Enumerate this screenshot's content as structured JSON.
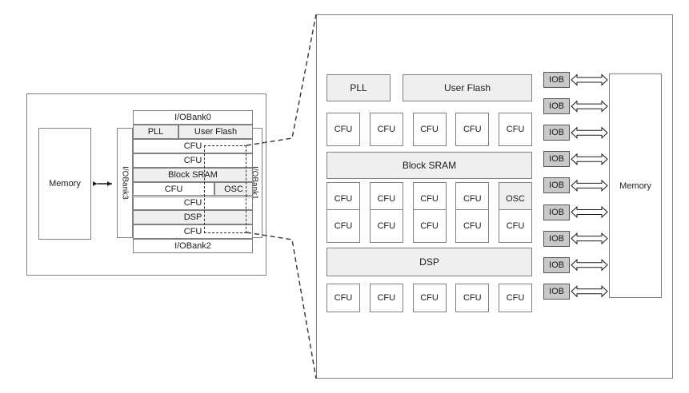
{
  "diagram": {
    "title": "FPGA architecture overview with zoomed detail panel",
    "colors": {
      "shaded_fill": "#efefef",
      "iob_fill": "#c9c9c9",
      "stroke": "#808080",
      "text": "#1a1a1a",
      "dashed_stroke": "#333333"
    }
  },
  "left_panel": {
    "memory_label": "Memory",
    "io_bank_top": "I/OBank0",
    "io_bank_bottom": "I/OBank2",
    "io_bank_left": "I/OBank3",
    "io_bank_right": "I/OBank1",
    "rows": [
      {
        "cells": [
          {
            "label": "PLL",
            "shaded": true,
            "width_frac": 0.38
          },
          {
            "label": "User Flash",
            "shaded": true,
            "width_frac": 0.62
          }
        ]
      },
      {
        "cells": [
          {
            "label": "CFU",
            "shaded": false,
            "width_frac": 1.0
          }
        ]
      },
      {
        "cells": [
          {
            "label": "CFU",
            "shaded": false,
            "width_frac": 1.0
          }
        ]
      },
      {
        "cells": [
          {
            "label": "Block SRAM",
            "shaded": true,
            "width_frac": 1.0
          }
        ]
      },
      {
        "cells": [
          {
            "label": "CFU",
            "shaded": false,
            "width_frac": 0.68
          },
          {
            "label": "OSC",
            "shaded": true,
            "width_frac": 0.32
          }
        ]
      },
      {
        "cells": [
          {
            "label": "CFU",
            "shaded": false,
            "width_frac": 1.0
          }
        ]
      },
      {
        "cells": [
          {
            "label": "DSP",
            "shaded": true,
            "width_frac": 1.0
          }
        ]
      },
      {
        "cells": [
          {
            "label": "CFU",
            "shaded": false,
            "width_frac": 1.0
          }
        ]
      }
    ]
  },
  "right_panel": {
    "memory_label": "Memory",
    "rows": [
      {
        "type": "wide",
        "cells": [
          {
            "label": "PLL",
            "shaded": true
          },
          {
            "label": "User Flash",
            "shaded": true
          }
        ]
      },
      {
        "type": "cfu",
        "cells": [
          {
            "label": "CFU",
            "shaded": false
          },
          {
            "label": "CFU",
            "shaded": false
          },
          {
            "label": "CFU",
            "shaded": false
          },
          {
            "label": "CFU",
            "shaded": false
          },
          {
            "label": "CFU",
            "shaded": false
          }
        ]
      },
      {
        "type": "full",
        "cells": [
          {
            "label": "Block SRAM",
            "shaded": true
          }
        ]
      },
      {
        "type": "cfu",
        "cells": [
          {
            "label": "CFU",
            "shaded": false
          },
          {
            "label": "CFU",
            "shaded": false
          },
          {
            "label": "CFU",
            "shaded": false
          },
          {
            "label": "CFU",
            "shaded": false
          },
          {
            "label": "OSC",
            "shaded": true
          }
        ]
      },
      {
        "type": "cfu",
        "cells": [
          {
            "label": "CFU",
            "shaded": false
          },
          {
            "label": "CFU",
            "shaded": false
          },
          {
            "label": "CFU",
            "shaded": false
          },
          {
            "label": "CFU",
            "shaded": false
          },
          {
            "label": "CFU",
            "shaded": false
          }
        ]
      },
      {
        "type": "full",
        "cells": [
          {
            "label": "DSP",
            "shaded": true
          }
        ]
      },
      {
        "type": "cfu",
        "cells": [
          {
            "label": "CFU",
            "shaded": false
          },
          {
            "label": "CFU",
            "shaded": false
          },
          {
            "label": "CFU",
            "shaded": false
          },
          {
            "label": "CFU",
            "shaded": false
          },
          {
            "label": "CFU",
            "shaded": false
          }
        ]
      }
    ],
    "iob_blocks": [
      {
        "label": "IOB"
      },
      {
        "label": "IOB"
      },
      {
        "label": "IOB"
      },
      {
        "label": "IOB"
      },
      {
        "label": "IOB"
      },
      {
        "label": "IOB"
      },
      {
        "label": "IOB"
      },
      {
        "label": "IOB"
      },
      {
        "label": "IOB"
      }
    ]
  }
}
